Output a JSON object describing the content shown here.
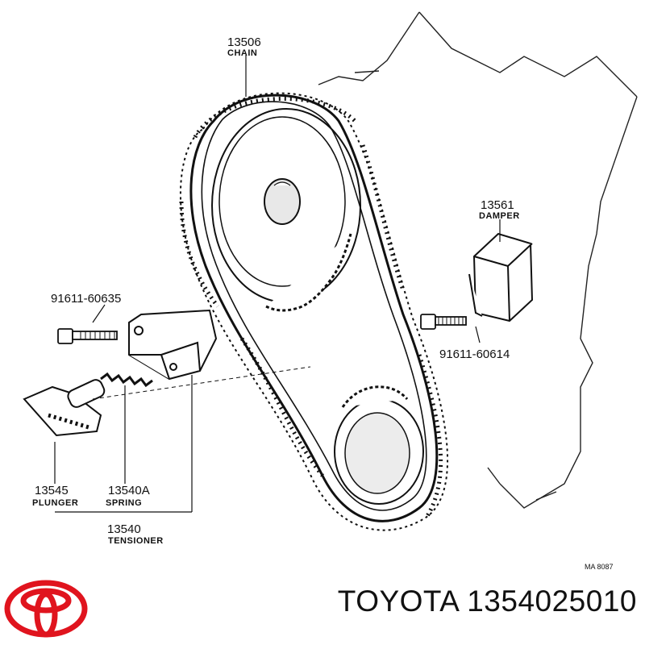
{
  "parts": {
    "chain": {
      "number": "13506",
      "name": "CHAIN"
    },
    "damper": {
      "number": "13561",
      "name": "DAMPER"
    },
    "bolt_left": {
      "number": "91611-60635"
    },
    "bolt_right": {
      "number": "91611-60614"
    },
    "plunger": {
      "number": "13545",
      "name": "PLUNGER"
    },
    "spring": {
      "number": "13540A",
      "name": "SPRING"
    },
    "tensioner": {
      "number": "13540",
      "name": "TENSIONER"
    }
  },
  "figure_code": "MA 8087",
  "brand": {
    "name": "TOYOTA",
    "part_number": "1354025010",
    "logo_color": "#e0141e",
    "logo_icon": "toyota-logo-icon"
  }
}
